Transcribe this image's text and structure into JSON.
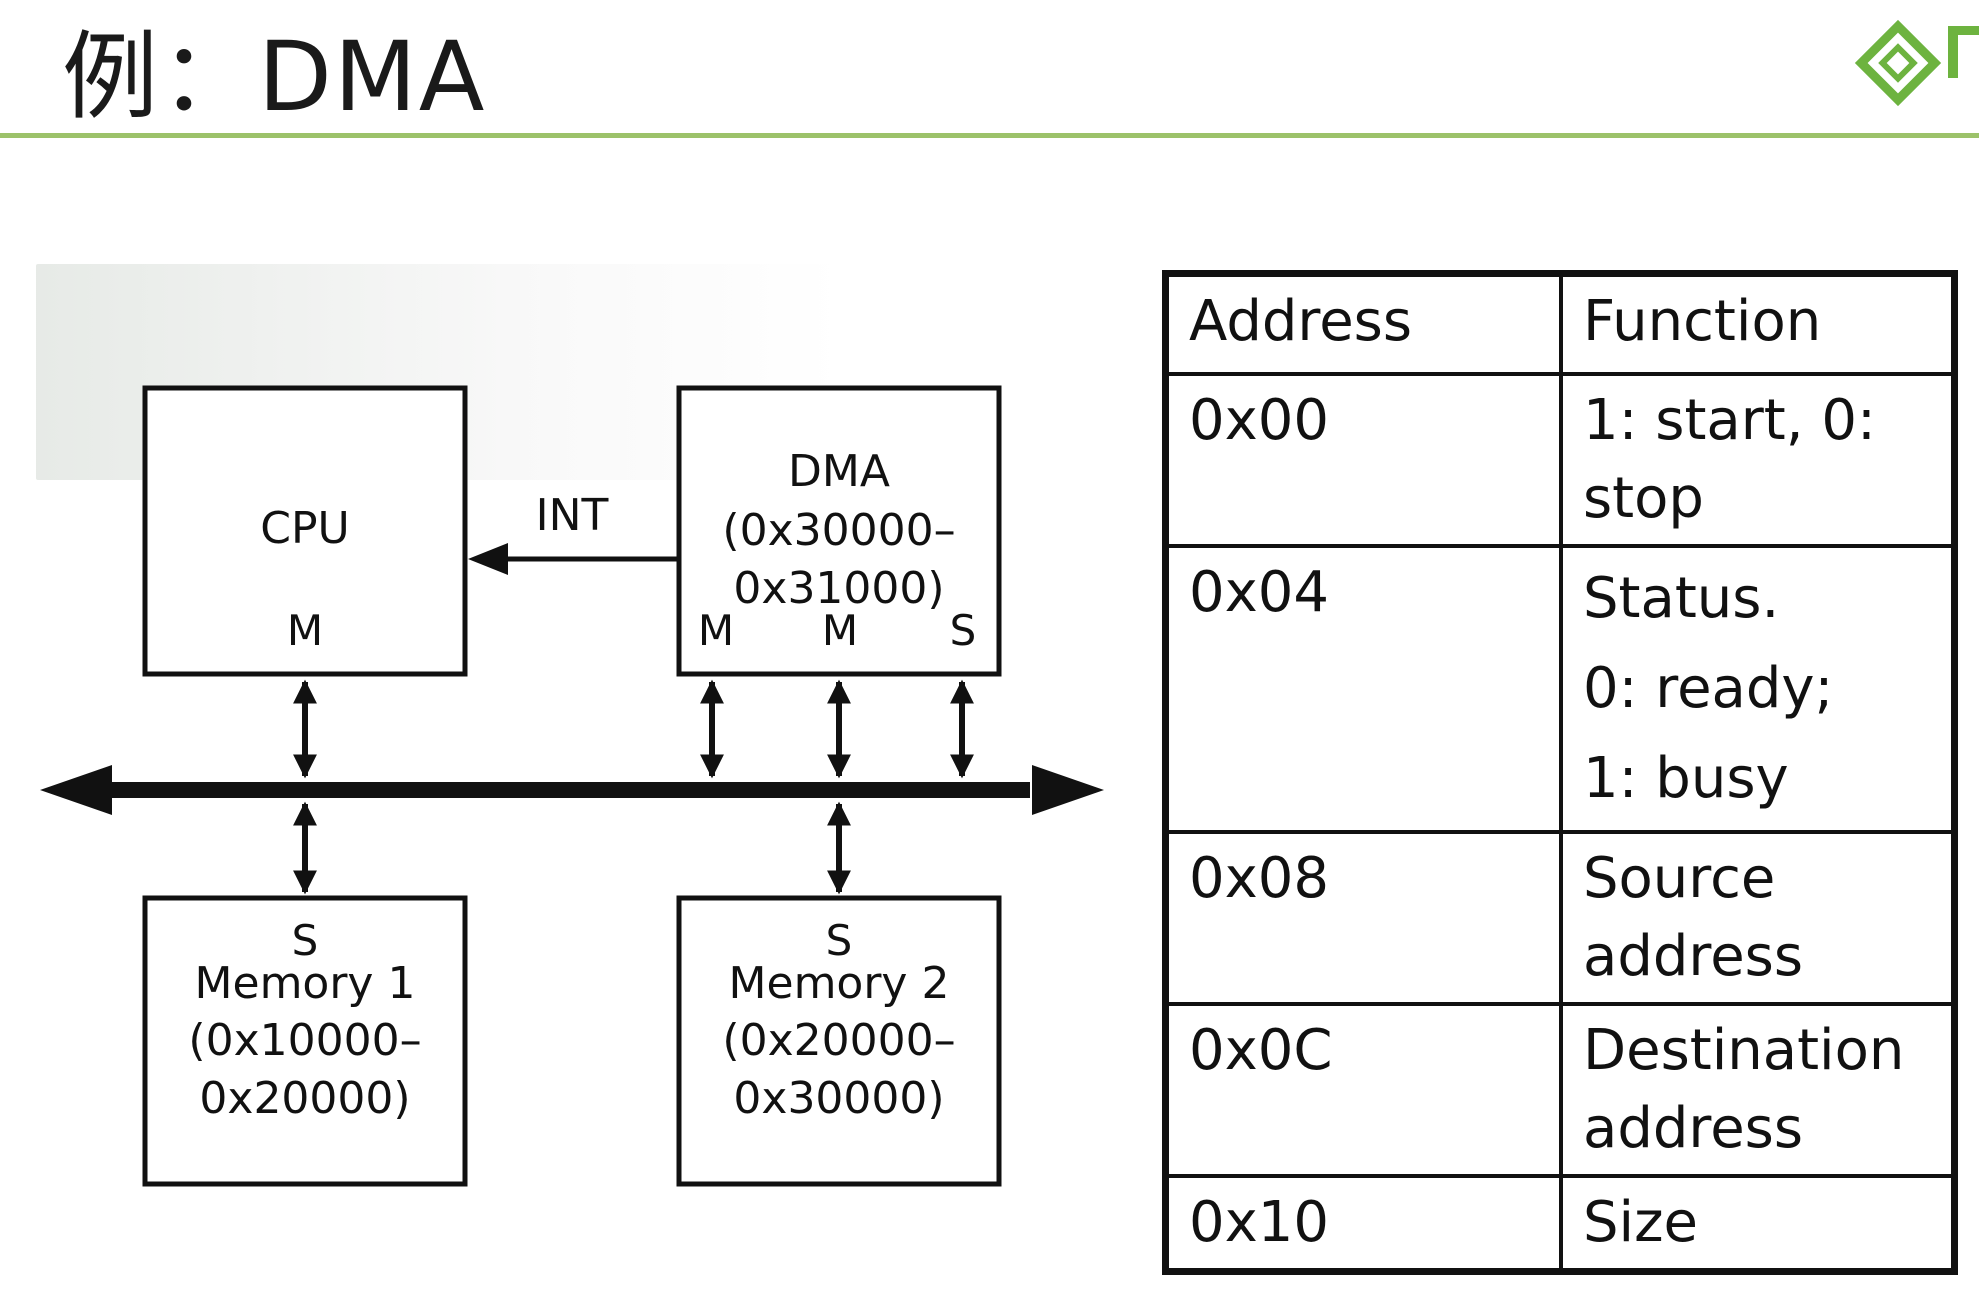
{
  "slide": {
    "title": "例：DMA",
    "accent_color": "#9cc26a"
  },
  "logo": {
    "icon": "green-diamond-logo-icon"
  },
  "diagram": {
    "cpu": {
      "label": "CPU",
      "port": "M"
    },
    "dma": {
      "label": "DMA",
      "range_start": "(0x30000–",
      "range_end": "0x31000)",
      "ports": [
        "M",
        "M",
        "S"
      ]
    },
    "int_label": "INT",
    "memory1": {
      "port": "S",
      "label": "Memory 1",
      "range_start": "(0x10000–",
      "range_end": "0x20000)"
    },
    "memory2": {
      "port": "S",
      "label": "Memory 2",
      "range_start": "(0x20000–",
      "range_end": "0x30000)"
    }
  },
  "register_table": {
    "headers": {
      "address": "Address",
      "function": "Function"
    },
    "rows": [
      {
        "address": "0x00",
        "function": [
          "1: start, 0:",
          "stop"
        ]
      },
      {
        "address": "0x04",
        "function": [
          "Status.",
          "0: ready;",
          "1: busy"
        ]
      },
      {
        "address": "0x08",
        "function": [
          "Source",
          "address"
        ]
      },
      {
        "address": "0x0C",
        "function": [
          "Destination",
          "address"
        ]
      },
      {
        "address": "0x10",
        "function": [
          "Size"
        ]
      }
    ]
  }
}
